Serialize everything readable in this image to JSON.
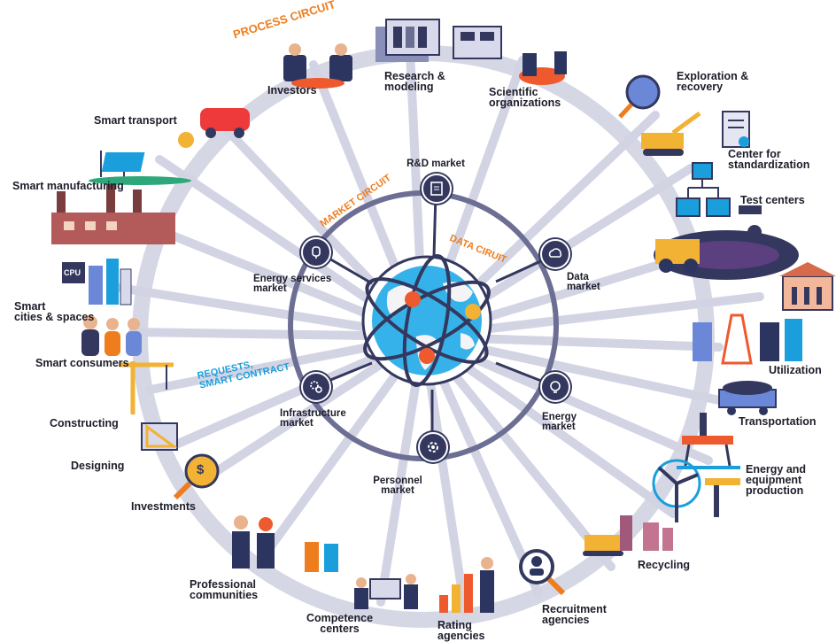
{
  "circuits": {
    "process": "PROCESS CIRCUIT",
    "market": "MARKET CIRCUIT",
    "data": "DATA CIRUIT",
    "requests": "REQUESTS,\nSMART CONTRACT"
  },
  "markets": {
    "rd": "R&D market",
    "data": "Data\nmarket",
    "energy": "Energy\nmarket",
    "personnel": "Personnel\nmarket",
    "infrastructure": "Infrastructure\nmarket",
    "energy_services": "Energy services\nmarket"
  },
  "stakeholders": {
    "investors": "Investors",
    "research": "Research &\nmodeling",
    "scientific": "Scientific\norganizations",
    "exploration": "Exploration &\nrecovery",
    "standardization": "Center for\nstandardization",
    "test_centers": "Test centers",
    "utilization": "Utilization",
    "transportation": "Transportation",
    "energy_equipment": "Energy and\nequipment\nproduction",
    "recycling": "Recycling",
    "recruitment": "Recruitment\nagencies",
    "rating": "Rating\nagencies",
    "competence": "Competence\ncenters",
    "professional": "Professional\ncommunities",
    "investments": "Investments",
    "designing": "Designing",
    "constructing": "Constructing",
    "smart_consumers": "Smart consumers",
    "smart_cities": "Smart\ncities & spaces",
    "smart_manufacturing": "Smart manufacturing",
    "smart_transport": "Smart transport"
  },
  "icon_labels": {
    "cpu": "CPU",
    "dollar": "$"
  },
  "colors": {
    "ring": "#d6d7e4",
    "spoke": "#d3d4e3",
    "inner_ring": "#6c6f93",
    "node": "#34385e",
    "orange_accent": "#ee7d1e",
    "blue_accent": "#1a9fdc",
    "globe": "#35b2ea"
  }
}
